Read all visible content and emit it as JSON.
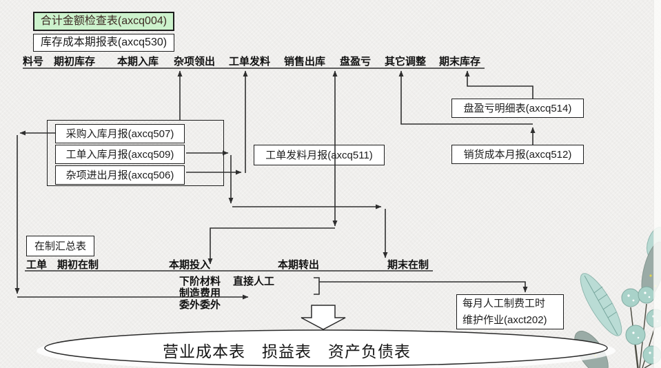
{
  "colors": {
    "background": "#f0efed",
    "box_border": "#1c1c1c",
    "connector": "#2e2e2e",
    "highlight_green": "#ccf2cc",
    "plant_teal": "#badcd5",
    "plant_gray_green": "#9aaba6"
  },
  "top_boxes": {
    "check_table": "合计金额检查表(axcq004)",
    "period_report": "库存成本期报表(axcq530)"
  },
  "inventory_header": {
    "columns": [
      "料号",
      "期初库存",
      "本期入库",
      "杂项领出",
      "工单发料",
      "销售出库",
      "盘盈亏",
      "其它调整",
      "期末库存"
    ]
  },
  "boxes": {
    "purchase_in": "采购入库月报(axcq507)",
    "workorder_in": "工单入库月报(axcq509)",
    "misc_inout": "杂项进出月报(axcq506)",
    "workorder_issue": "工单发料月报(axcq511)",
    "stocktake_detail": "盘盈亏明细表(axcq514)",
    "sales_cost": "销货成本月报(axcq512)",
    "wip_summary": "在制汇总表",
    "labor_hours_line1": "每月人工制费工时",
    "labor_hours_line2": "维护作业(axct202)"
  },
  "wip_header": {
    "columns": [
      "工单",
      "期初在制",
      "本期投入",
      "本期转出",
      "期末在制"
    ]
  },
  "wip_inputs": {
    "materials": "下阶材料",
    "direct_labor": "直接人工",
    "overhead": "制造费用",
    "outsourcing": "委外委外"
  },
  "summary_ellipse": {
    "text": "营业成本表　损益表　资产负债表"
  }
}
